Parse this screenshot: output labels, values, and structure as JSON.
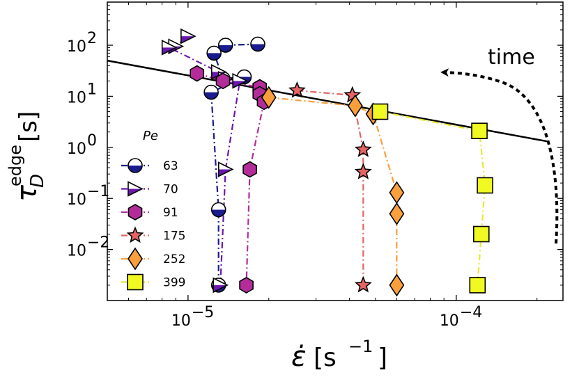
{
  "chart_data": {
    "type": "scatter",
    "xscale": "log",
    "yscale": "log",
    "xlim": [
      5e-06,
      0.00025
    ],
    "ylim": [
      0.001,
      700
    ],
    "x_ticks": [
      {
        "value": 1e-05,
        "base": "10",
        "exp": "−5"
      },
      {
        "value": 0.0001,
        "base": "10",
        "exp": "−4"
      }
    ],
    "y_ticks": [
      {
        "value": 100,
        "base": "10",
        "exp": "2"
      },
      {
        "value": 10,
        "base": "10",
        "exp": "1"
      },
      {
        "value": 1,
        "base": "10",
        "exp": "0"
      },
      {
        "value": 0.1,
        "base": "10",
        "exp": "−1"
      },
      {
        "value": 0.01,
        "base": "10",
        "exp": "−2"
      }
    ],
    "xlabel": {
      "symbol": "ε̇",
      "unit_open": "[s",
      "unit_exp": "−1",
      "unit_close": "]"
    },
    "ylabel": {
      "symbol": "τ",
      "sub": "D",
      "sup": "edge",
      "unit": "[s]"
    },
    "legend": {
      "title": "Pe",
      "placement": "center-left"
    },
    "fit_line": {
      "x": [
        5e-06,
        0.00022
      ],
      "y": [
        50,
        1.3
      ],
      "color": "#000000"
    },
    "annotation": {
      "text": "time"
    },
    "series": [
      {
        "name": "63",
        "marker": "half-circle",
        "color": "#1a1b8e",
        "line_color": "#1a1b8e",
        "x": [
          1.82e-05,
          1.38e-05,
          1.25e-05,
          1.35e-05,
          1.62e-05,
          1.22e-05,
          1.3e-05,
          1.3e-05
        ],
        "y": [
          105,
          100,
          70,
          22,
          24,
          12,
          0.06,
          0.002
        ]
      },
      {
        "name": "70",
        "marker": "triangle-right",
        "color": "#6a18ad",
        "line_color": "#6a18ad",
        "x": [
          1e-05,
          9e-06,
          8.5e-06,
          1.3e-05,
          1.38e-05,
          1.56e-05,
          1.38e-05,
          1.32e-05
        ],
        "y": [
          150,
          95,
          90,
          30,
          22,
          20,
          0.37,
          0.002
        ]
      },
      {
        "name": "91",
        "marker": "hexagon",
        "color": "#b42c9a",
        "line_color": "#b42c9a",
        "x": [
          1.08e-05,
          1.35e-05,
          1.85e-05,
          1.85e-05,
          1.92e-05,
          1.7e-05,
          1.65e-05
        ],
        "y": [
          28,
          20,
          15,
          11,
          7.8,
          0.37,
          0.002
        ]
      },
      {
        "name": "175",
        "marker": "star",
        "color": "#e66564",
        "line_color": "#e66564",
        "x": [
          2.55e-05,
          4.1e-05,
          4.5e-05,
          4.5e-05,
          4.5e-05
        ],
        "y": [
          13,
          10.5,
          0.9,
          0.33,
          0.002
        ]
      },
      {
        "name": "252",
        "marker": "diamond",
        "color": "#f9a03c",
        "line_color": "#f9a03c",
        "x": [
          2e-05,
          4.2e-05,
          4.9e-05,
          6e-05,
          6e-05,
          6e-05
        ],
        "y": [
          9.5,
          6.5,
          4.5,
          0.13,
          0.05,
          0.002
        ]
      },
      {
        "name": "399",
        "marker": "square",
        "color": "#f0f921",
        "line_color": "#e8e832",
        "x": [
          5.2e-05,
          0.000122,
          0.000128,
          0.000124,
          0.00012
        ],
        "y": [
          5.0,
          2.1,
          0.18,
          0.02,
          0.002
        ]
      }
    ]
  }
}
